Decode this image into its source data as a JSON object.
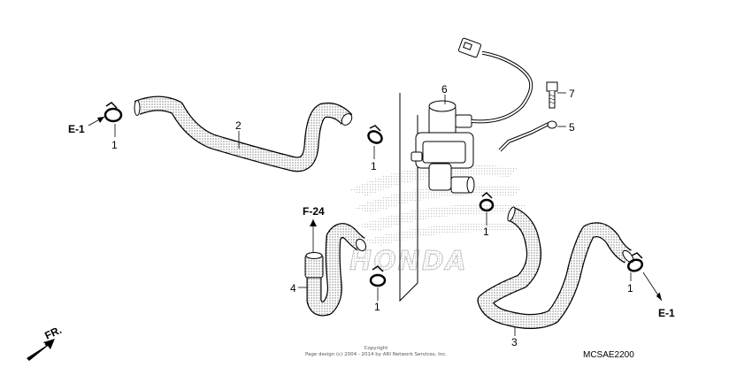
{
  "diagram": {
    "part_labels": {
      "p1_a": "1",
      "p1_b": "1",
      "p1_c": "1",
      "p1_d": "1",
      "p1_e": "1",
      "p2": "2",
      "p3": "3",
      "p4": "4",
      "p5": "5",
      "p6": "6",
      "p7": "7"
    },
    "refs": {
      "e1_left": "E-1",
      "e1_right": "E-1",
      "f24": "F-24"
    },
    "watermark": "HONDA",
    "copyright_line1": "Copyright",
    "copyright_line2": "Page design (c) 2004 - 2014 by ARI Network Services, Inc.",
    "drawing_code": "MCSAE2200",
    "front_indicator": "FR.",
    "colors": {
      "ink": "#000000",
      "watermark": "#c8c8c8"
    }
  }
}
